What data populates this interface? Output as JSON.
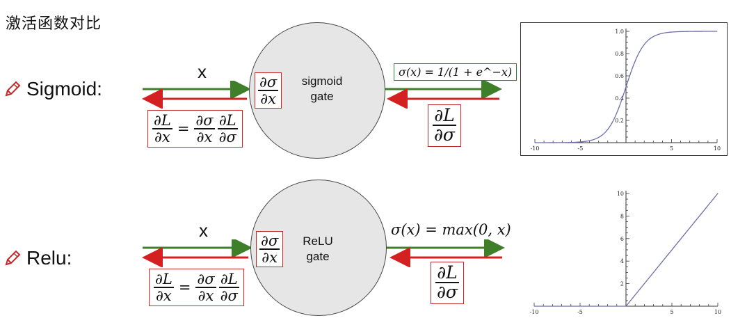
{
  "title": "激活函数对比",
  "rows": [
    {
      "label": "Sigmoid:",
      "input_label": "x",
      "gate_line1": "sigmoid",
      "gate_line2": "gate",
      "local_grad": {
        "num": "∂σ",
        "den": "∂x"
      },
      "chain": {
        "lhs_num": "∂L",
        "lhs_den": "∂x",
        "eq": "=",
        "a_num": "∂σ",
        "a_den": "∂x",
        "b_num": "∂L",
        "b_den": "∂σ"
      },
      "forward_formula": "σ(x) = 1/(1 + e^−x)",
      "upstream_grad": {
        "num": "∂L",
        "den": "∂σ"
      }
    },
    {
      "label": "Relu:",
      "input_label": "x",
      "gate_line1": "ReLU",
      "gate_line2": "gate",
      "local_grad": {
        "num": "∂σ",
        "den": "∂x"
      },
      "chain": {
        "lhs_num": "∂L",
        "lhs_den": "∂x",
        "eq": "=",
        "a_num": "∂σ",
        "a_den": "∂x",
        "b_num": "∂L",
        "b_den": "∂σ"
      },
      "forward_formula": "σ(x) = max(0, x)",
      "upstream_grad": {
        "num": "∂L",
        "den": "∂σ"
      }
    }
  ],
  "colors": {
    "forward_arrow": "#3f7f2a",
    "backward_arrow": "#d32020",
    "box_red": "#c62828",
    "box_green": "#2e7d32",
    "gate_fill": "#e6e6e6",
    "curve": "#6e6ea8"
  },
  "icons": {
    "row_marker": "pencil-icon"
  },
  "chart_data": [
    {
      "type": "line",
      "function": "sigmoid",
      "x": [
        -10,
        -8,
        -6,
        -5,
        -4,
        -3,
        -2,
        -1,
        0,
        1,
        2,
        3,
        4,
        5,
        6,
        8,
        10
      ],
      "y": [
        4.54e-05,
        0.000335,
        0.00247,
        0.00669,
        0.018,
        0.0474,
        0.119,
        0.269,
        0.5,
        0.731,
        0.881,
        0.953,
        0.982,
        0.993,
        0.998,
        0.9997,
        1.0
      ],
      "xlim": [
        -10,
        10
      ],
      "ylim": [
        0,
        1
      ],
      "xticks": [
        "-10",
        "-5",
        "5",
        "10"
      ],
      "xtick_values": [
        -10,
        -5,
        5,
        10
      ],
      "yticks": [
        "0.2",
        "0.4",
        "0.6",
        "0.8",
        "1.0"
      ],
      "ytick_values": [
        0.2,
        0.4,
        0.6,
        0.8,
        1.0
      ],
      "framed": true
    },
    {
      "type": "line",
      "function": "relu",
      "x": [
        -10,
        0,
        10
      ],
      "y": [
        0,
        0,
        10
      ],
      "xlim": [
        -10,
        10
      ],
      "ylim": [
        0,
        10
      ],
      "xticks": [
        "-10",
        "-5",
        "5",
        "10"
      ],
      "xtick_values": [
        -10,
        -5,
        5,
        10
      ],
      "yticks": [
        "2",
        "4",
        "6",
        "8",
        "10"
      ],
      "ytick_values": [
        2,
        4,
        6,
        8,
        10
      ],
      "framed": false
    }
  ]
}
